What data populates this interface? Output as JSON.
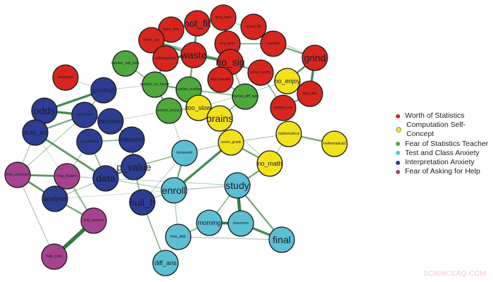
{
  "groups": [
    {
      "id": "worth",
      "name": "Worth of Statistics",
      "color": "#d7261e"
    },
    {
      "id": "comp",
      "name": "Computation Self-Concept",
      "color": "#f2e21c"
    },
    {
      "id": "teacher",
      "name": "Fear of Statistics Teacher",
      "color": "#4ea83c"
    },
    {
      "id": "test",
      "name": "Test and Class Anxiety",
      "color": "#5cbfd3"
    },
    {
      "id": "interp",
      "name": "Interpretation Anxiety",
      "color": "#2d3d92"
    },
    {
      "id": "help",
      "name": "Fear of Asking for Help",
      "color": "#a6438f"
    }
  ],
  "nodes": [
    {
      "id": "more_time",
      "group": "worth"
    },
    {
      "id": "not_fit",
      "group": "worth",
      "big": true
    },
    {
      "id": "dont_want",
      "group": "worth"
    },
    {
      "id": "actual_life",
      "group": "worth"
    },
    {
      "id": "never_use",
      "group": "worth"
    },
    {
      "id": "why_learn",
      "group": "worth"
    },
    {
      "id": "cognitive",
      "group": "worth"
    },
    {
      "id": "philosophical",
      "group": "worth"
    },
    {
      "id": "waste",
      "group": "worth",
      "big": true
    },
    {
      "id": "grind",
      "group": "worth",
      "big": true
    },
    {
      "id": "no_sig",
      "group": "worth",
      "big": true
    },
    {
      "id": "nature_entity",
      "group": "worth"
    },
    {
      "id": "why_needed",
      "group": "worth"
    },
    {
      "id": "dont_like",
      "group": "worth"
    },
    {
      "id": "remove_req",
      "group": "worth"
    },
    {
      "id": "subjective",
      "group": "worth"
    },
    {
      "id": "teacher_ask_help",
      "group": "teacher"
    },
    {
      "id": "teacher_no_humor",
      "group": "teacher"
    },
    {
      "id": "teacher_number",
      "group": "teacher"
    },
    {
      "id": "teacher_diff_lang",
      "group": "teacher"
    },
    {
      "id": "teacher_anxious",
      "group": "teacher"
    },
    {
      "id": "no_enjoy",
      "group": "comp",
      "mid": true
    },
    {
      "id": "too_slow",
      "group": "comp",
      "mid": true
    },
    {
      "id": "brains",
      "group": "comp",
      "big": true
    },
    {
      "id": "mathematical",
      "group": "comp"
    },
    {
      "id": "mathematical2",
      "group": "comp"
    },
    {
      "id": "seven_grade",
      "group": "comp"
    },
    {
      "id": "no_math",
      "group": "comp",
      "mid": true
    },
    {
      "id": "homework",
      "group": "test"
    },
    {
      "id": "enroll",
      "group": "test",
      "big": true
    },
    {
      "id": "study",
      "group": "test",
      "big": true
    },
    {
      "id": "morning",
      "group": "test",
      "mid": true
    },
    {
      "id": "classroom",
      "group": "test"
    },
    {
      "id": "final",
      "group": "test",
      "big": true
    },
    {
      "id": "final_after",
      "group": "test"
    },
    {
      "id": "diff_ans",
      "group": "test",
      "mid": true
    },
    {
      "id": "printout",
      "group": "interp",
      "mid": true
    },
    {
      "id": "odds",
      "group": "interp",
      "big": true
    },
    {
      "id": "stat_article",
      "group": "interp"
    },
    {
      "id": "decision",
      "group": "interp",
      "mid": true
    },
    {
      "id": "auto_ad",
      "group": "interp",
      "mid": true
    },
    {
      "id": "conclusions",
      "group": "interp"
    },
    {
      "id": "interpret",
      "group": "interp",
      "mid": true
    },
    {
      "id": "p_value",
      "group": "interp",
      "big": true
    },
    {
      "id": "data",
      "group": "interp",
      "big": true
    },
    {
      "id": "analysis",
      "group": "interp",
      "mid": true
    },
    {
      "id": "null_h",
      "group": "interp",
      "big": true
    },
    {
      "id": "help_computer",
      "group": "help"
    },
    {
      "id": "help_student",
      "group": "help"
    },
    {
      "id": "help_lecturer",
      "group": "help"
    },
    {
      "id": "help_indiv",
      "group": "help"
    }
  ],
  "edges": [
    [
      "help_lecturer",
      "help_indiv",
      5
    ],
    [
      "odds",
      "printout",
      3
    ],
    [
      "odds",
      "stat_article",
      3
    ],
    [
      "odds",
      "auto_ad",
      2
    ],
    [
      "auto_ad",
      "data",
      2.5
    ],
    [
      "auto_ad",
      "stat_article",
      2
    ],
    [
      "help_computer",
      "help_student",
      2.5
    ],
    [
      "help_computer",
      "analysis",
      2.5
    ],
    [
      "analysis",
      "help_lecturer",
      2
    ],
    [
      "help_student",
      "help_lecturer",
      1.5
    ],
    [
      "help_computer",
      "help_indiv",
      1
    ],
    [
      "help_computer",
      "auto_ad",
      1
    ],
    [
      "data",
      "p_value",
      2.5
    ],
    [
      "p_value",
      "interpret",
      2
    ],
    [
      "p_value",
      "null_h",
      1.5
    ],
    [
      "null_h",
      "diff_ans",
      1.5
    ],
    [
      "data",
      "conclusions",
      1.5
    ],
    [
      "decision",
      "stat_article",
      2
    ],
    [
      "decision",
      "interpret",
      1.5
    ],
    [
      "conclusions",
      "interpret",
      1.5
    ],
    [
      "printout",
      "stat_article",
      1.5
    ],
    [
      "data",
      "analysis",
      1
    ],
    [
      "data",
      "enroll",
      1
    ],
    [
      "p_value",
      "homework",
      1.5
    ],
    [
      "study",
      "classroom",
      4
    ],
    [
      "morning",
      "classroom",
      3.5
    ],
    [
      "classroom",
      "final",
      3
    ],
    [
      "study",
      "final",
      2
    ],
    [
      "study",
      "morning",
      1.5
    ],
    [
      "enroll",
      "seven_grade",
      3
    ],
    [
      "enroll",
      "homework",
      2
    ],
    [
      "enroll",
      "study",
      1
    ],
    [
      "final_after",
      "morning",
      1.5
    ],
    [
      "final_after",
      "final",
      1
    ],
    [
      "enroll",
      "final_after",
      1
    ],
    [
      "study",
      "no_math",
      2
    ],
    [
      "seven_grade",
      "no_math",
      2
    ],
    [
      "seven_grade",
      "brains",
      1.5
    ],
    [
      "mathematical",
      "mathematical2",
      2
    ],
    [
      "mathematical",
      "no_math",
      1
    ],
    [
      "brains",
      "too_slow",
      2
    ],
    [
      "no_enjoy",
      "grind",
      2.5
    ],
    [
      "dont_like",
      "grind",
      3
    ],
    [
      "no_enjoy",
      "dont_like",
      2
    ],
    [
      "remove_req",
      "dont_like",
      2
    ],
    [
      "waste",
      "philosophical",
      3
    ],
    [
      "waste",
      "not_fit",
      2.5
    ],
    [
      "waste",
      "no_sig",
      3
    ],
    [
      "waste",
      "never_use",
      2.5
    ],
    [
      "no_sig",
      "why_learn",
      2.5
    ],
    [
      "no_sig",
      "why_needed",
      2.5
    ],
    [
      "why_learn",
      "dont_want",
      2
    ],
    [
      "not_fit",
      "more_time",
      2
    ],
    [
      "not_fit",
      "dont_want",
      2
    ],
    [
      "actual_life",
      "cognitive",
      2
    ],
    [
      "cognitive",
      "grind",
      2
    ],
    [
      "no_sig",
      "nature_entity",
      2
    ],
    [
      "nature_entity",
      "remove_req",
      1.5
    ],
    [
      "why_learn",
      "cognitive",
      1.5
    ],
    [
      "more_time",
      "never_use",
      2
    ],
    [
      "teacher_no_humor",
      "teacher_number",
      2
    ],
    [
      "teacher_no_humor",
      "teacher_anxious",
      2
    ],
    [
      "teacher_ask_help",
      "teacher_no_humor",
      1.5
    ],
    [
      "teacher_number",
      "teacher_diff_lang",
      1.5
    ],
    [
      "teacher_diff_lang",
      "brains",
      1.5
    ],
    [
      "teacher_anxious",
      "too_slow",
      1.5
    ],
    [
      "teacher_number",
      "waste",
      2
    ],
    [
      "philosophical",
      "teacher_no_humor",
      2
    ],
    [
      "why_needed",
      "teacher_diff_lang",
      1.5
    ],
    [
      "subjective",
      "printout",
      0.8
    ],
    [
      "printout",
      "teacher_no_humor",
      0.8
    ],
    [
      "decision",
      "teacher_anxious",
      0.8
    ],
    [
      "no_sig",
      "teacher_diff_lang",
      1.5
    ],
    [
      "dont_want",
      "grind",
      1
    ],
    [
      "never_use",
      "no_sig",
      1.5
    ],
    [
      "stat_article",
      "help_computer",
      1
    ],
    [
      "auto_ad",
      "help_lecturer",
      0.6
    ],
    [
      "null_h",
      "homework",
      0.8
    ],
    [
      "data",
      "study",
      0.8
    ],
    [
      "teacher_anxious",
      "homework",
      0.8
    ],
    [
      "brains",
      "no_math",
      0.8
    ],
    [
      "mathematical",
      "remove_req",
      1.2
    ],
    [
      "too_slow",
      "no_enjoy",
      0.8
    ],
    [
      "seven_grade",
      "mathematical",
      1
    ],
    [
      "homework",
      "seven_grade",
      1
    ],
    [
      "final_after",
      "diff_ans",
      0.8
    ],
    [
      "enroll",
      "null_h",
      1
    ],
    [
      "analysis",
      "enroll",
      0.6
    ],
    [
      "help_student",
      "data",
      1
    ],
    [
      "conclusions",
      "help_student",
      1
    ]
  ],
  "watermark": "SCIENCEAQ.COM"
}
